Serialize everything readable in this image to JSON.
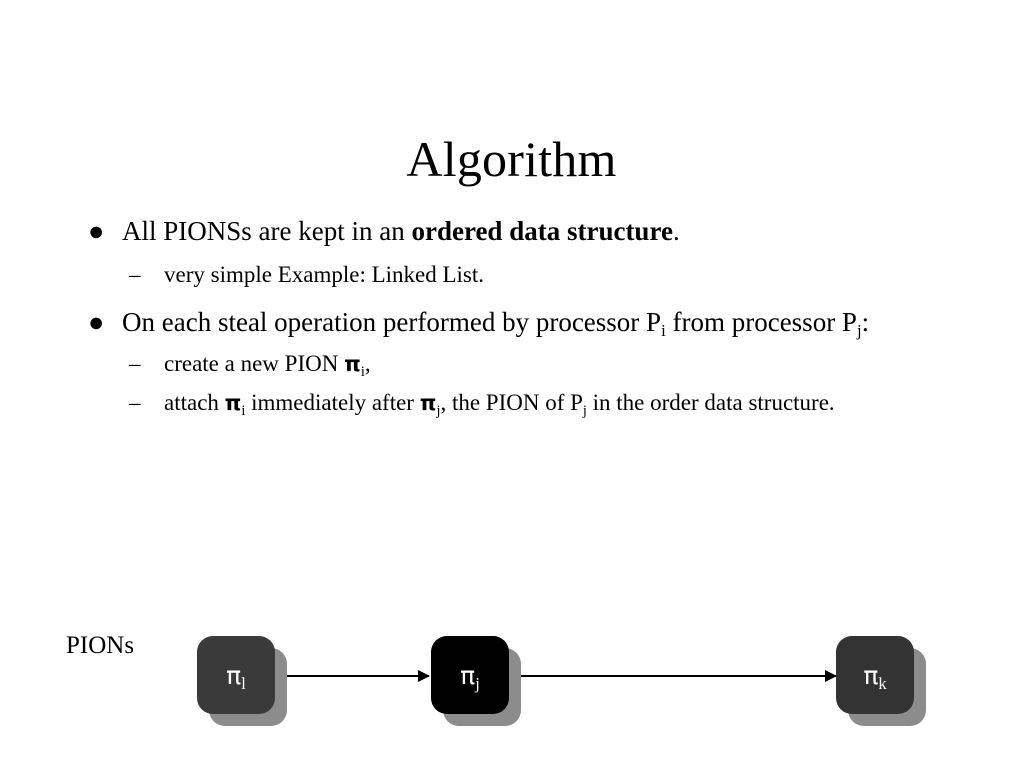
{
  "slide": {
    "title": "Algorithm",
    "background_color": "#ffffff",
    "text_color": "#000000"
  },
  "outline": {
    "bullet_marker": "●",
    "dash_marker": "–",
    "items": [
      {
        "level": 1,
        "text_before": "All PIONSs are kept in an ",
        "bold_text": "ordered data structure",
        "text_after": "."
      },
      {
        "level": 2,
        "text": "very simple Example: Linked List."
      },
      {
        "level": 1,
        "text_part1": "On each steal operation performed by processor P",
        "sub1": "i",
        "text_part2": " from processor P",
        "sub2": "j",
        "text_part3": ":"
      },
      {
        "level": 2,
        "text_part1": "create a new PION ",
        "pi1": "π",
        "sub1": "i",
        "text_part2": ","
      },
      {
        "level": 2,
        "text_part1": "attach ",
        "pi1": "π",
        "sub1": "i",
        "text_part2": " immediately after ",
        "pi2": "π",
        "sub2": "j",
        "text_part3": ", the PION of P",
        "sub3": "j",
        "text_part4": " in the order data structure."
      }
    ]
  },
  "diagram": {
    "label": "PIONs",
    "nodes": [
      {
        "pi": "π",
        "subscript": "l",
        "fill": "#3a3a3a",
        "shadow": "#8c8c8c"
      },
      {
        "pi": "π",
        "subscript": "j",
        "fill": "#000000",
        "shadow": "#8c8c8c"
      },
      {
        "pi": "π",
        "subscript": "k",
        "fill": "#333333",
        "shadow": "#8c8c8c"
      }
    ],
    "arrows": [
      {
        "from": "node-1",
        "to": "node-2"
      },
      {
        "from": "node-2",
        "to": "node-3"
      }
    ],
    "arrow_color": "#000000"
  }
}
